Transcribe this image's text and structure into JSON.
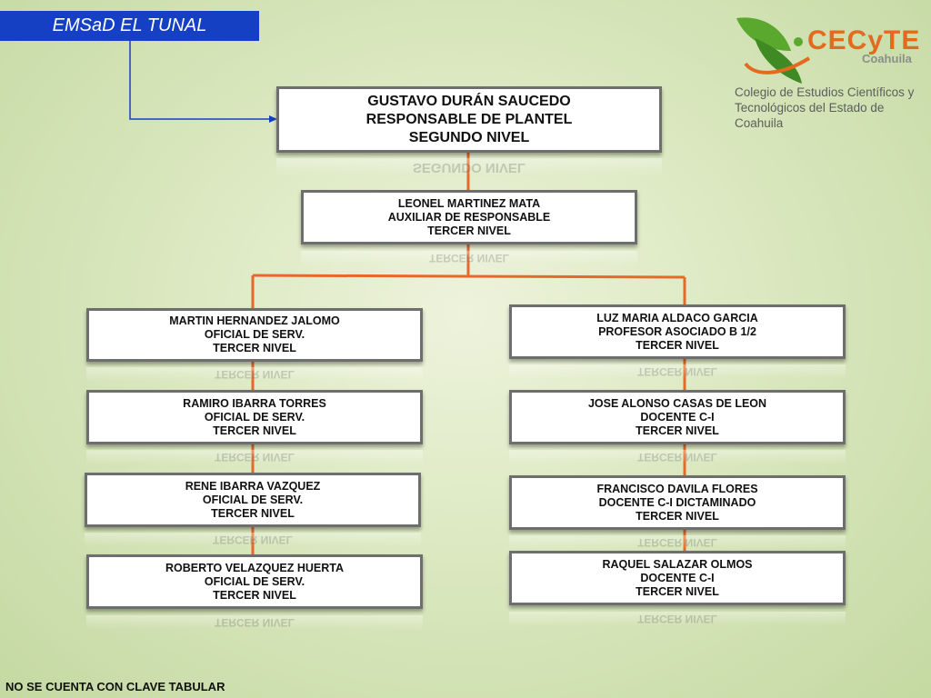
{
  "header": {
    "title": "EMSaD EL TUNAL"
  },
  "logo": {
    "name": "CECyTE",
    "region": "Coahuila",
    "description_line1": "Colegio de Estudios Científicos y",
    "description_line2": "Tecnológicos del Estado de Coahuila",
    "colors": {
      "orange": "#e36a1f",
      "green": "#5aa82d"
    }
  },
  "chart": {
    "top": {
      "name": "GUSTAVO DURÁN SAUCEDO",
      "role": "RESPONSABLE DE PLANTEL",
      "level": "SEGUNDO NIVEL"
    },
    "assistant": {
      "name": "LEONEL MARTINEZ MATA",
      "role": "AUXILIAR DE RESPONSABLE",
      "level": "TERCER NIVEL"
    },
    "left": [
      {
        "name": "MARTIN  HERNANDEZ  JALOMO",
        "role": "OFICIAL DE SERV.",
        "level": "TERCER NIVEL"
      },
      {
        "name": "RAMIRO IBARRA TORRES",
        "role": "OFICIAL DE SERV.",
        "level": "TERCER NIVEL"
      },
      {
        "name": "RENE  IBARRA VAZQUEZ",
        "role": "OFICIAL DE SERV.",
        "level": "TERCER NIVEL"
      },
      {
        "name": "ROBERTO VELAZQUEZ HUERTA",
        "role": "OFICIAL DE SERV.",
        "level": "TERCER NIVEL"
      }
    ],
    "right": [
      {
        "name": "LUZ MARIA ALDACO GARCIA",
        "role": "PROFESOR ASOCIADO B 1/2",
        "level": "TERCER NIVEL"
      },
      {
        "name": "JOSE ALONSO CASAS DE LEON",
        "role": "DOCENTE C-I",
        "level": "TERCER NIVEL"
      },
      {
        "name": "FRANCISCO DAVILA FLORES",
        "role": "DOCENTE C-I DICTAMINADO",
        "level": "TERCER NIVEL"
      },
      {
        "name": "RAQUEL SALAZAR OLMOS",
        "role": "DOCENTE C-I",
        "level": "TERCER NIVEL"
      }
    ]
  },
  "footer": {
    "note": "NO SE CUENTA CON CLAVE TABULAR"
  },
  "colors": {
    "title_bg": "#1540c4",
    "connector": "#e8672a",
    "pointer": "#1540c4"
  }
}
